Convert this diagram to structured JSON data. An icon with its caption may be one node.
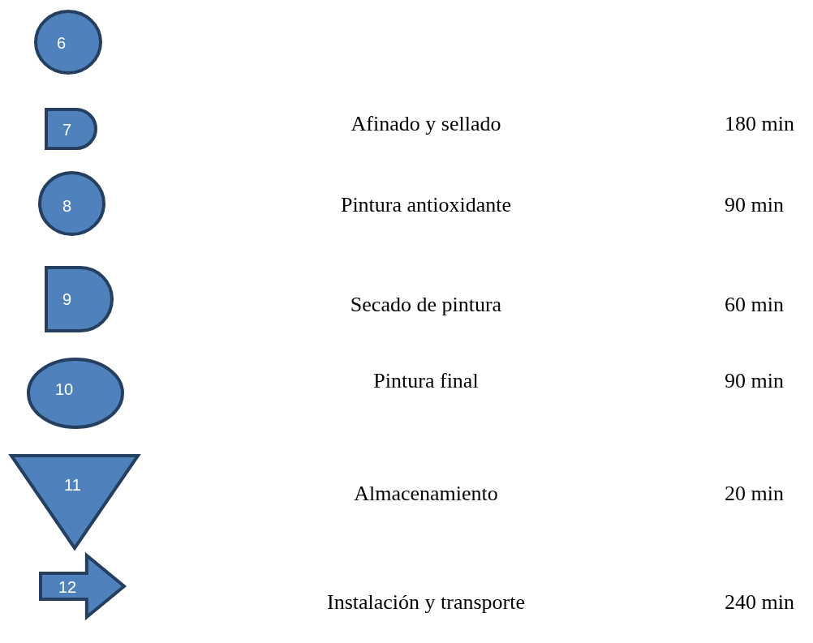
{
  "diagram": {
    "nodes": [
      {
        "text": [
          "6"
        ]
      },
      {
        "text": [
          "7"
        ]
      },
      {
        "text": [
          "8"
        ]
      },
      {
        "text": [
          "9"
        ]
      },
      {
        "text": [
          "10"
        ]
      },
      {
        "text": [
          "11"
        ]
      },
      {
        "text": [
          "12"
        ]
      }
    ],
    "labels": [
      "Afinado y sellado",
      "180 min",
      "Pintura antioxidante",
      "90 min",
      "Secado de pintura",
      "60 min",
      "Pintura final",
      "90 min",
      "Almacenamiento",
      "20 min",
      "Instalación y transporte",
      "240 min"
    ]
  }
}
